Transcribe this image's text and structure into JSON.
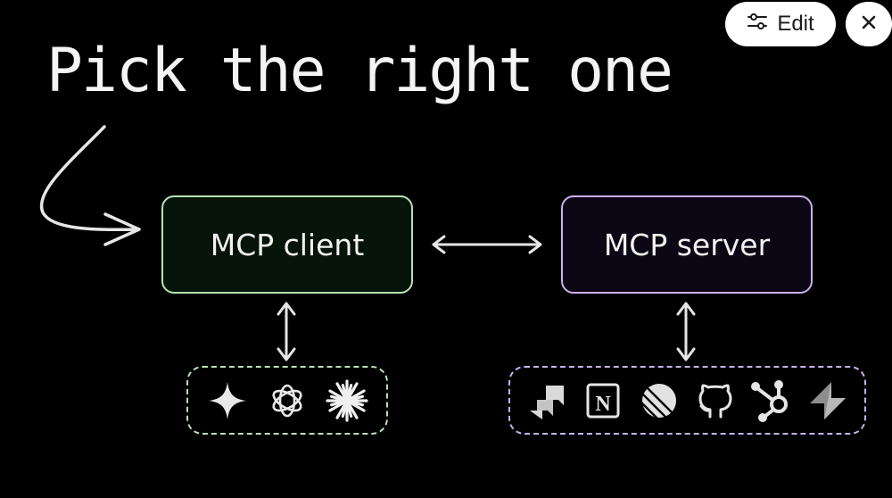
{
  "title": "Pick the right one",
  "controls": {
    "edit_label": "Edit"
  },
  "nodes": {
    "client": "MCP client",
    "server": "MCP server"
  },
  "icons": {
    "client_group": [
      "sparkle-icon",
      "openai-icon",
      "starburst-icon"
    ],
    "server_group": [
      "jira-icon",
      "notion-icon",
      "linear-icon",
      "github-icon",
      "hubspot-icon",
      "supabase-icon"
    ]
  },
  "colors": {
    "background": "#000000",
    "client_accent": "#b7e3b0",
    "server_accent": "#c9b0ee",
    "text": "#f2f2f2"
  }
}
